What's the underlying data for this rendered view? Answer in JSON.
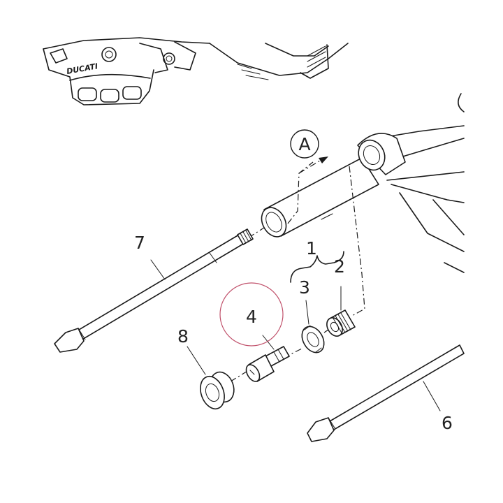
{
  "colors": {
    "line": "#1a1a1a",
    "highlight_circle": "#c0506a",
    "background": "#ffffff"
  },
  "labels": {
    "callout_a": "A",
    "part_1": "1",
    "part_2": "2",
    "part_3": "3",
    "part_4": "4",
    "part_6": "6",
    "part_7": "7",
    "part_8": "8"
  },
  "brand": {
    "text": "DUCATI"
  }
}
